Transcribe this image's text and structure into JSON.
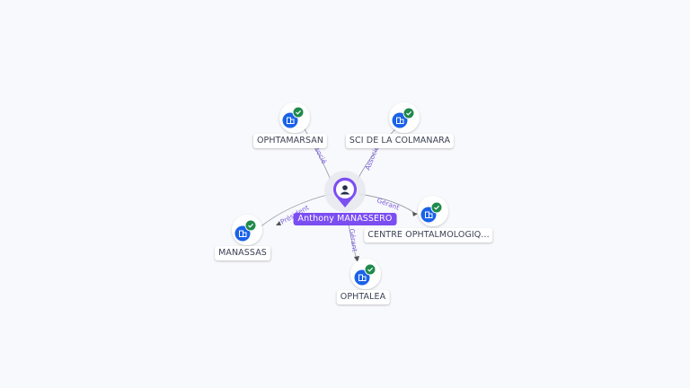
{
  "center": {
    "name": "Anthony MANASSERO",
    "icon": "person-icon"
  },
  "companies": [
    {
      "name": "OPHTAMARSAN",
      "role": "Associé",
      "icon": "building-icon",
      "verified": true
    },
    {
      "name": "SCI DE LA COLMANARA",
      "role": "Associé",
      "icon": "building-icon",
      "verified": true
    },
    {
      "name": "CENTRE OPHTALMOLOGIQ...",
      "role": "Gérant",
      "icon": "building-icon",
      "verified": true
    },
    {
      "name": "OPHTALEA",
      "role": "Gérant",
      "icon": "building-icon",
      "verified": true
    },
    {
      "name": "MANASSAS",
      "role": "Président",
      "icon": "building-icon",
      "verified": true
    }
  ],
  "colors": {
    "accent": "#7b4ef2",
    "company_icon": "#1a62e8",
    "verified_badge": "#1f8a4c",
    "edge": "#9aa0ad",
    "edge_label": "#7c5ce0"
  }
}
